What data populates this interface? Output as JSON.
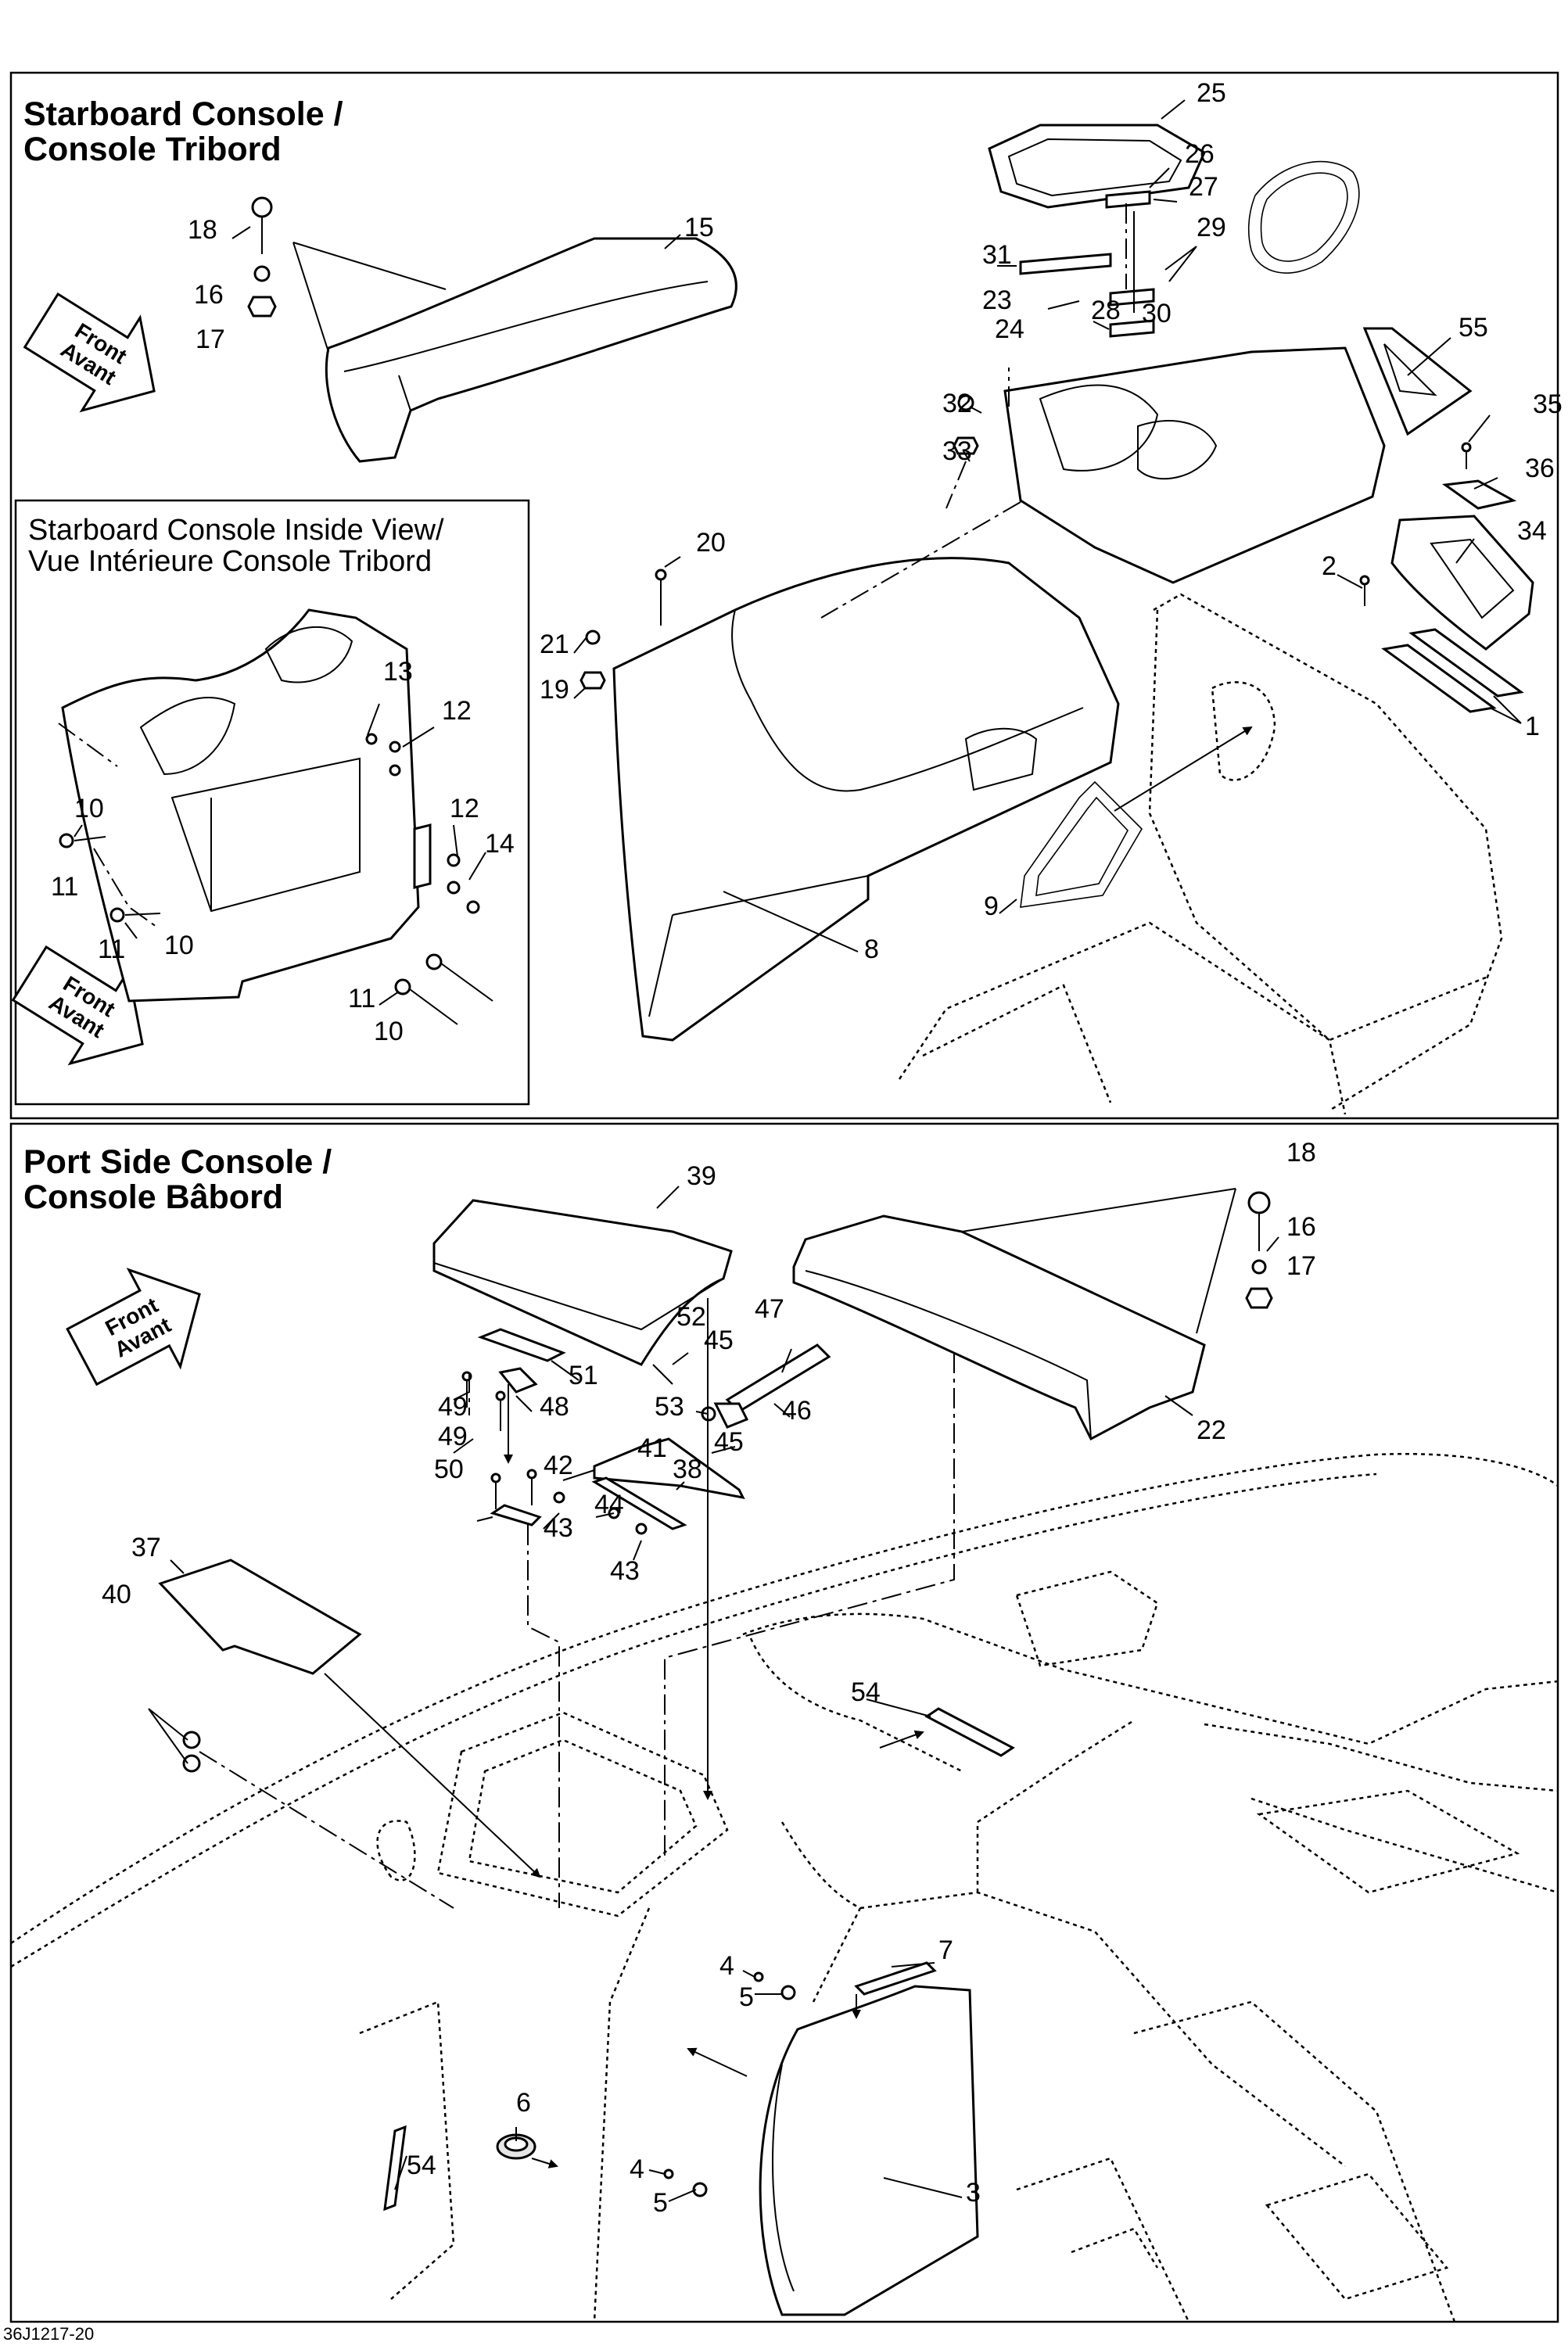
{
  "sections": {
    "starboard": {
      "title_line1": "Starboard Console /",
      "title_line2": "Console Tribord"
    },
    "inset": {
      "title_line1": "Starboard Console Inside View/",
      "title_line2": "Vue Intérieure Console Tribord"
    },
    "port": {
      "title_line1": "Port Side Console /",
      "title_line2": "Console Bâbord"
    }
  },
  "direction_arrow": {
    "line1": "Front",
    "line2": "Avant"
  },
  "drawing_code": "36J1217-20",
  "callouts": {
    "starboard": [
      "25",
      "26",
      "27",
      "29",
      "31",
      "23",
      "28",
      "30",
      "24",
      "55",
      "32",
      "35",
      "33",
      "36",
      "34",
      "2",
      "1",
      "18",
      "15",
      "16",
      "17",
      "20",
      "21",
      "19",
      "9",
      "8"
    ],
    "inset": [
      "13",
      "12",
      "12",
      "14",
      "10",
      "11",
      "11",
      "10",
      "11",
      "10"
    ],
    "port": [
      "39",
      "18",
      "16",
      "17",
      "52",
      "47",
      "45",
      "51",
      "48",
      "46",
      "49",
      "53",
      "45",
      "41",
      "22",
      "49",
      "42",
      "38",
      "50",
      "44",
      "43",
      "43",
      "37",
      "40",
      "54",
      "7",
      "4",
      "5",
      "6",
      "54",
      "3",
      "4",
      "5"
    ]
  }
}
